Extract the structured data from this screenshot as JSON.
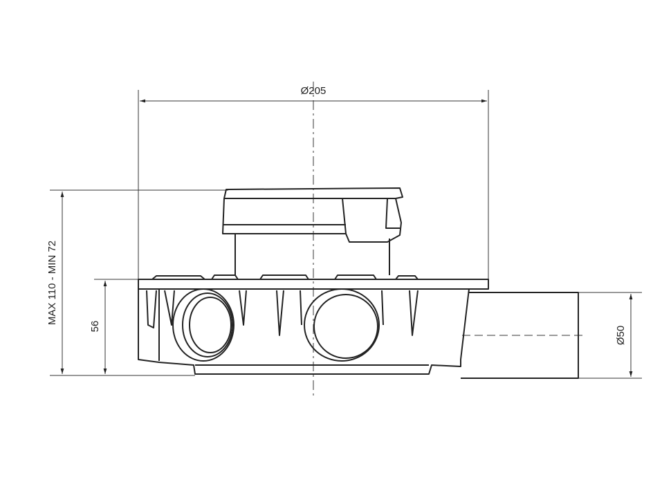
{
  "dimensions": {
    "top_width": "Ø205",
    "total_height": "MAX 110 - MIN 72",
    "body_height": "56",
    "outlet_diameter": "Ø50"
  },
  "colors": {
    "line": "#222222",
    "background": "#ffffff"
  }
}
